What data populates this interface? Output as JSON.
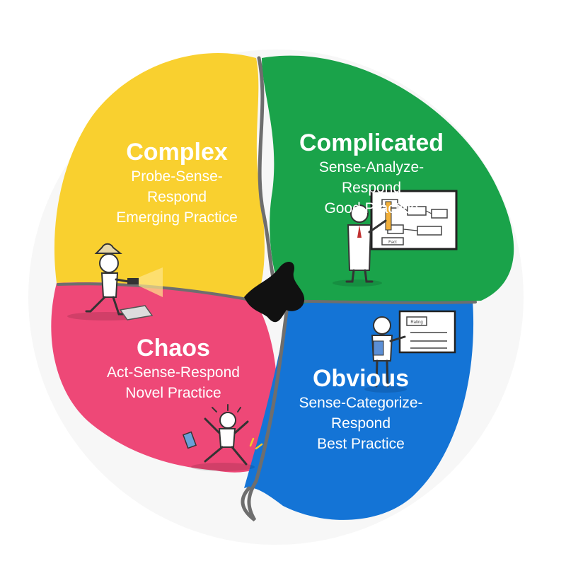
{
  "colors": {
    "complex": "#f9d02f",
    "complicated": "#1aa34a",
    "chaos": "#ee4877",
    "obvious": "#1474d6",
    "divider": "#6e6e6e",
    "center": "#111111"
  },
  "quadrants": {
    "complex": {
      "title": "Complex",
      "lines": [
        "Probe-Sense-",
        "Respond",
        "Emerging Practice"
      ],
      "icon": "explorer-with-flashlight-icon"
    },
    "complicated": {
      "title": "Complicated",
      "lines": [
        "Sense-Analyze-",
        "Respond",
        "Good Practice"
      ],
      "icon": "expert-at-flowchart-board-icon"
    },
    "chaos": {
      "title": "Chaos",
      "lines": [
        "Act-Sense-Respond",
        "Novel Practice"
      ],
      "icon": "panicked-person-icon"
    },
    "obvious": {
      "title": "Obvious",
      "lines": [
        "Sense-Categorize-",
        "Respond",
        "Best Practice"
      ],
      "icon": "presenter-at-checklist-board-icon"
    }
  },
  "center_icon": "disorder-shape-icon",
  "boards": {
    "complicated_board_label": "Fact",
    "obvious_board_label": "Rating"
  }
}
